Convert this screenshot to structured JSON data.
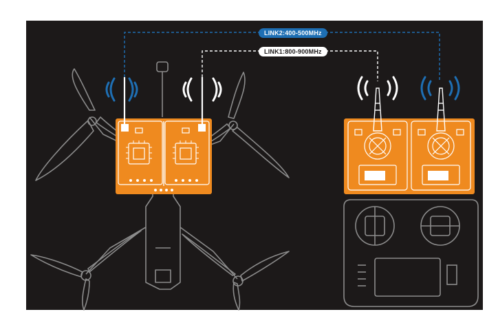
{
  "links": {
    "link2": {
      "label": "LINK2:400-500MHz",
      "color": "#1e6fb4"
    },
    "link1": {
      "label": "LINK1:800-900MHz",
      "color": "#ffffff"
    }
  },
  "colors": {
    "background": "#1c1919",
    "module": "#ef8a1f",
    "outline": "#8c8c8c",
    "signal_blue": "#1e6fb4",
    "signal_white": "#ffffff"
  },
  "icons": [
    "drone-frame",
    "receiver-module",
    "transmitter-module",
    "radio-controller",
    "signal-waves-icon",
    "antenna-icon"
  ]
}
